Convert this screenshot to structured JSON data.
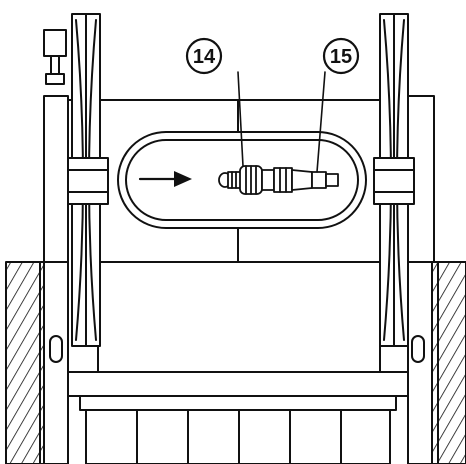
{
  "callouts": [
    {
      "id": "14",
      "label": "14",
      "target": "knurled-coupling-nut"
    },
    {
      "id": "15",
      "label": "15",
      "target": "hose-connector"
    }
  ],
  "colors": {
    "stroke": "#111111",
    "fill": "#ffffff",
    "panel": "#f2f2f2",
    "part_shade": "#d8d8d8"
  },
  "icons": {
    "direction": "arrow-right-icon"
  }
}
